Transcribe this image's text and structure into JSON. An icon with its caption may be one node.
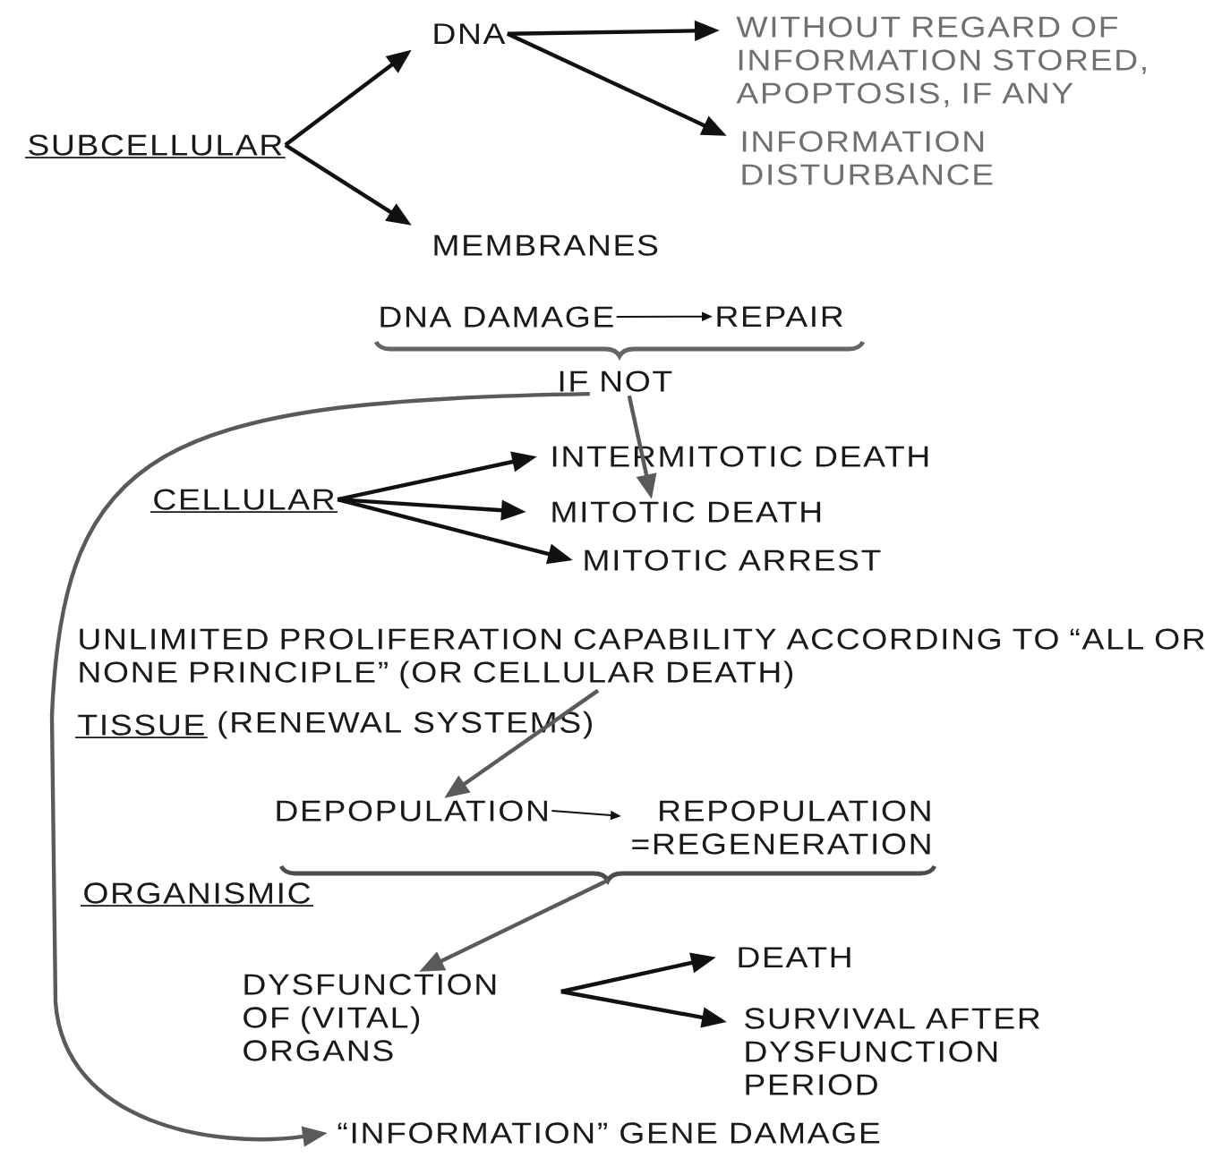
{
  "diagram": {
    "nodes": [
      {
        "text": [
          "SUBCELLULAR"
        ]
      },
      {
        "text": [
          "DNA"
        ]
      },
      {
        "text": [
          "MEMBRANES"
        ]
      },
      {
        "text": [
          "WITHOUT REGARD OF INFORMATION STORED, APOPTOSIS, IF ANY"
        ]
      },
      {
        "text": [
          "INFORMATION DISTURBANCE"
        ]
      },
      {
        "text": [
          "DNA DAMAGE"
        ]
      },
      {
        "text": [
          "REPAIR"
        ]
      },
      {
        "text": [
          "IF NOT"
        ]
      },
      {
        "text": [
          "INTERMITOTIC DEATH"
        ]
      },
      {
        "text": [
          "CELLULAR"
        ]
      },
      {
        "text": [
          "MITOTIC DEATH"
        ]
      },
      {
        "text": [
          "MITOTIC ARREST"
        ]
      },
      {
        "text": [
          "UNLIMITED PROLIFERATION CAPABILITY ACCORDING TO “ALL OR NONE PRINCIPLE” (OR CELLULAR DEATH)"
        ]
      },
      {
        "text": [
          "DEPOPULATION"
        ]
      },
      {
        "text": [
          "REPOPULATION =REGENERATION"
        ]
      },
      {
        "text": [
          "DYSFUNCTION OF (VITAL) ORGANS"
        ]
      },
      {
        "text": [
          "DEATH"
        ]
      },
      {
        "text": [
          "SURVIVAL AFTER DYSFUNCTION PERIOD"
        ]
      },
      {
        "text": [
          "“INFORMATION” GENE DAMAGE"
        ]
      }
    ],
    "edges": [
      {
        "from": 0,
        "to": 1,
        "arrow": "to"
      },
      {
        "from": 0,
        "to": 2,
        "arrow": "to"
      },
      {
        "from": 1,
        "to": 3,
        "arrow": "to"
      },
      {
        "from": 1,
        "to": 4,
        "arrow": "to"
      },
      {
        "from": 5,
        "to": 6,
        "arrow": "to"
      },
      {
        "from": 7,
        "to": 18,
        "arrow": "to",
        "color": "#5a5a5a"
      },
      {
        "from": 7,
        "to": 10,
        "arrow": "to",
        "color": "#5a5a5a"
      },
      {
        "from": 9,
        "to": 8,
        "arrow": "to"
      },
      {
        "from": 9,
        "to": 10,
        "arrow": "to"
      },
      {
        "from": 9,
        "to": 11,
        "arrow": "to"
      },
      {
        "from": 12,
        "to": 13,
        "arrow": "to",
        "color": "#5a5a5a"
      },
      {
        "from": 13,
        "to": 14,
        "arrow": "to"
      },
      {
        "from": 14,
        "to": 15,
        "arrow": "to",
        "color": "#5a5a5a"
      },
      {
        "from": 15,
        "to": 16,
        "arrow": "to"
      },
      {
        "from": 15,
        "to": 17,
        "arrow": "to"
      }
    ],
    "labels": [
      "TISSUE",
      "(RENEWAL SYSTEMS)",
      "ORGANISMIC"
    ]
  }
}
